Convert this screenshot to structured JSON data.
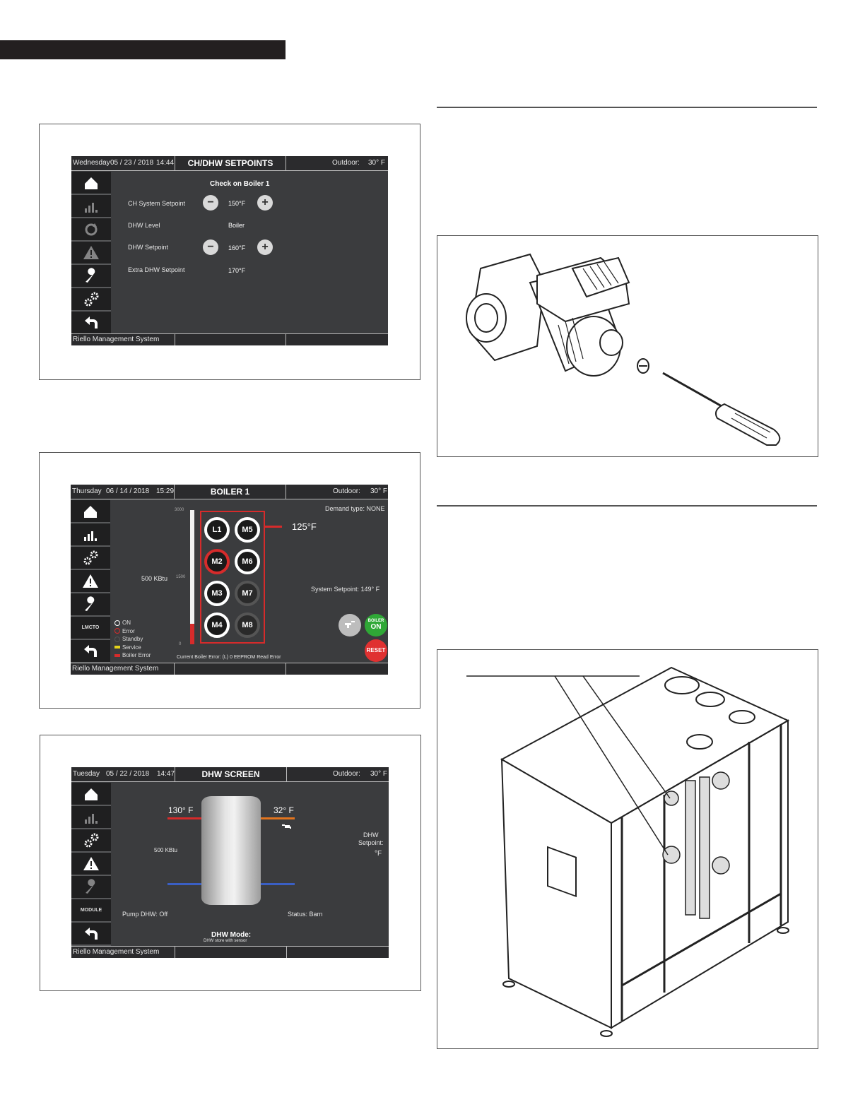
{
  "figure1": {
    "topbar": {
      "day": "Wednesday",
      "date": "05 / 23 / 2018",
      "time": "14:44",
      "title": "CH/DHW SETPOINTS",
      "outdoor_label": "Outdoor:",
      "outdoor_value": "30° F"
    },
    "header": "Check on Boiler 1",
    "rows": [
      {
        "label": "CH System Setpoint",
        "value": "150°F"
      },
      {
        "label": "DHW Level",
        "value": "Boiler"
      },
      {
        "label": "DHW Setpoint",
        "value": "160°F"
      },
      {
        "label": "Extra DHW Setpoint",
        "value": "170°F"
      }
    ],
    "minus_glyph": "−",
    "plus_glyph": "+",
    "footer": "Riello Management System",
    "sidebar_icons": [
      "home-icon",
      "bar-chart-icon",
      "refresh-icon",
      "warning-icon",
      "wrench-icon",
      "gears-icon",
      "back-arrow-icon"
    ]
  },
  "figure2": {
    "topbar": {
      "day": "Thursday",
      "date": "06 / 14 / 2018",
      "time": "15:29",
      "title": "BOILER  1",
      "outdoor_label": "Outdoor:",
      "outdoor_value": "30° F"
    },
    "demand": "Demand type:  NONE",
    "kbtu": "500  KBtu",
    "scale": {
      "top": "3000",
      "mid": "1500",
      "bottom": "0"
    },
    "temp": "125°F",
    "system_setpoint": "System Setpoint:  149° F",
    "modules": [
      {
        "name": "L1",
        "state": "on"
      },
      {
        "name": "M5",
        "state": "on"
      },
      {
        "name": "M2",
        "state": "error"
      },
      {
        "name": "M6",
        "state": "on"
      },
      {
        "name": "M3",
        "state": "on"
      },
      {
        "name": "M7",
        "state": "standby"
      },
      {
        "name": "M4",
        "state": "on"
      },
      {
        "name": "M8",
        "state": "standby"
      }
    ],
    "legend": [
      "ON",
      "Error",
      "Standby",
      "Service",
      "Boiler Error"
    ],
    "sidebar_dim_label": "LMCTO",
    "boiler_on": {
      "line1": "BOILER",
      "line2": "ON"
    },
    "reset": "RESET",
    "error_line": "Current Boiler Error:  (L)    0        EEPROM Read Error",
    "footer": "Riello Management System",
    "colors": {
      "on": "#ffffff",
      "error": "#d62b2b",
      "standby": "#555555",
      "service": "#e5d31a",
      "boiler_error": "#d62b2b",
      "boiler_on": "#2fa836",
      "reset": "#e03131"
    }
  },
  "figure3": {
    "topbar": {
      "day": "Tuesday",
      "date": "05 / 22 / 2018",
      "time": "14:47",
      "title": "DHW SCREEN",
      "outdoor_label": "Outdoor:",
      "outdoor_value": "30° F"
    },
    "temp_left": "130° F",
    "temp_right": "32° F",
    "kbtu": "500   KBtu",
    "dhw_setpoint_l1": "DHW",
    "dhw_setpoint_l2": "Setpoint:",
    "dhw_setpoint_unit": "°F",
    "pump": "Pump DHW:   Off",
    "status": "Status:     Barn",
    "mode_title": "DHW Mode:",
    "mode_sub": "DHW store with sensor",
    "module_btn": "MODULE",
    "footer": "Riello Management System"
  }
}
